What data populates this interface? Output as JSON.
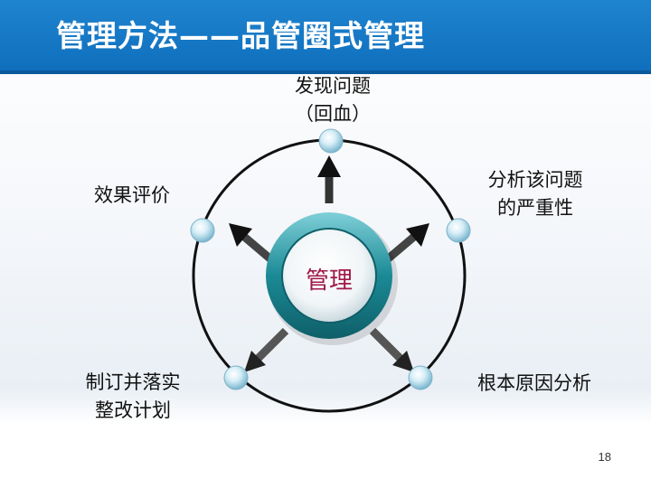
{
  "slide": {
    "title": "管理方法——品管圈式管理",
    "page_number": "18"
  },
  "diagram": {
    "center_label": "管理",
    "steps": [
      {
        "lines": [
          "发现问题",
          "（回血）"
        ]
      },
      {
        "lines": [
          "分析该问题",
          "的严重性"
        ]
      },
      {
        "lines": [
          "根本原因分析"
        ]
      },
      {
        "lines": [
          "制订并落实",
          "整改计划"
        ]
      },
      {
        "lines": [
          "效果评价"
        ]
      }
    ]
  },
  "colors": {
    "header": "#1576c6",
    "center_ring": "#1b8a95",
    "center_text": "#a01848",
    "node": "#a9d6e8",
    "ring_line": "#111111"
  }
}
